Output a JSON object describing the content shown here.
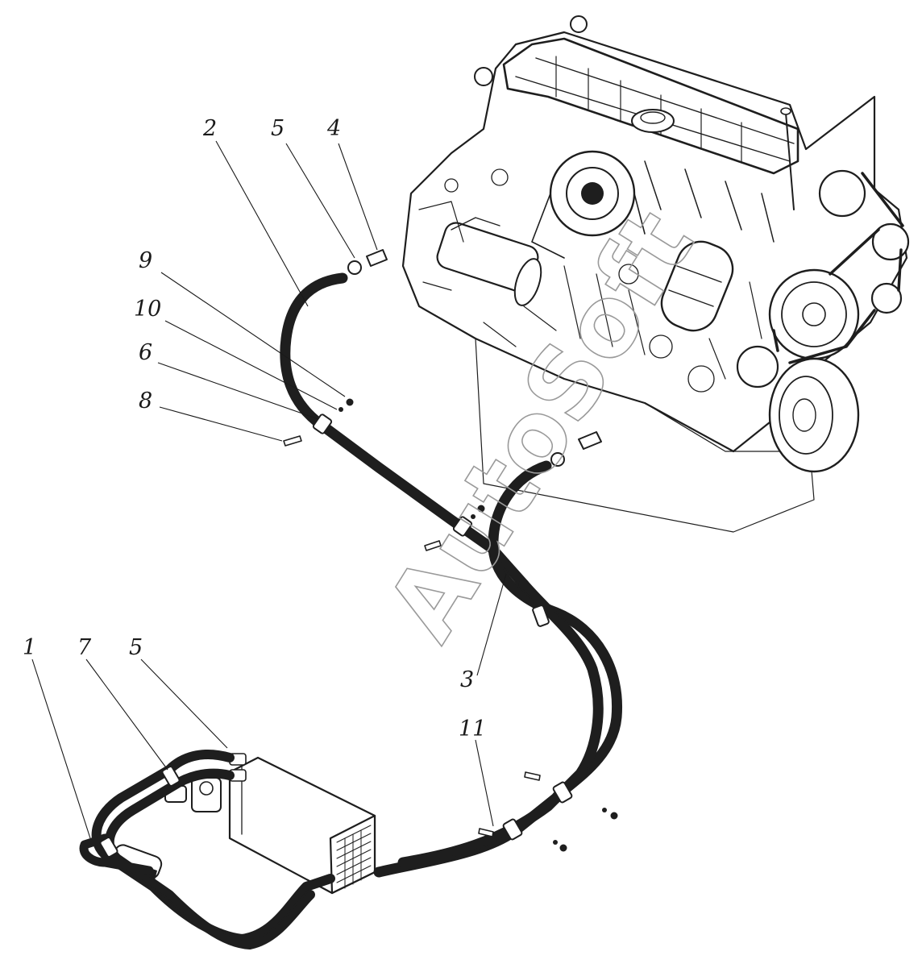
{
  "watermark": "AutoSoft",
  "callouts": [
    {
      "id": "callout-2-top",
      "label": "2"
    },
    {
      "id": "callout-5-top",
      "label": "5"
    },
    {
      "id": "callout-4",
      "label": "4"
    },
    {
      "id": "callout-9",
      "label": "9"
    },
    {
      "id": "callout-10",
      "label": "10"
    },
    {
      "id": "callout-6",
      "label": "6"
    },
    {
      "id": "callout-8",
      "label": "8"
    },
    {
      "id": "callout-1",
      "label": "1"
    },
    {
      "id": "callout-7",
      "label": "7"
    },
    {
      "id": "callout-5-bottom",
      "label": "5"
    },
    {
      "id": "callout-3",
      "label": "3"
    },
    {
      "id": "callout-11",
      "label": "11"
    }
  ]
}
